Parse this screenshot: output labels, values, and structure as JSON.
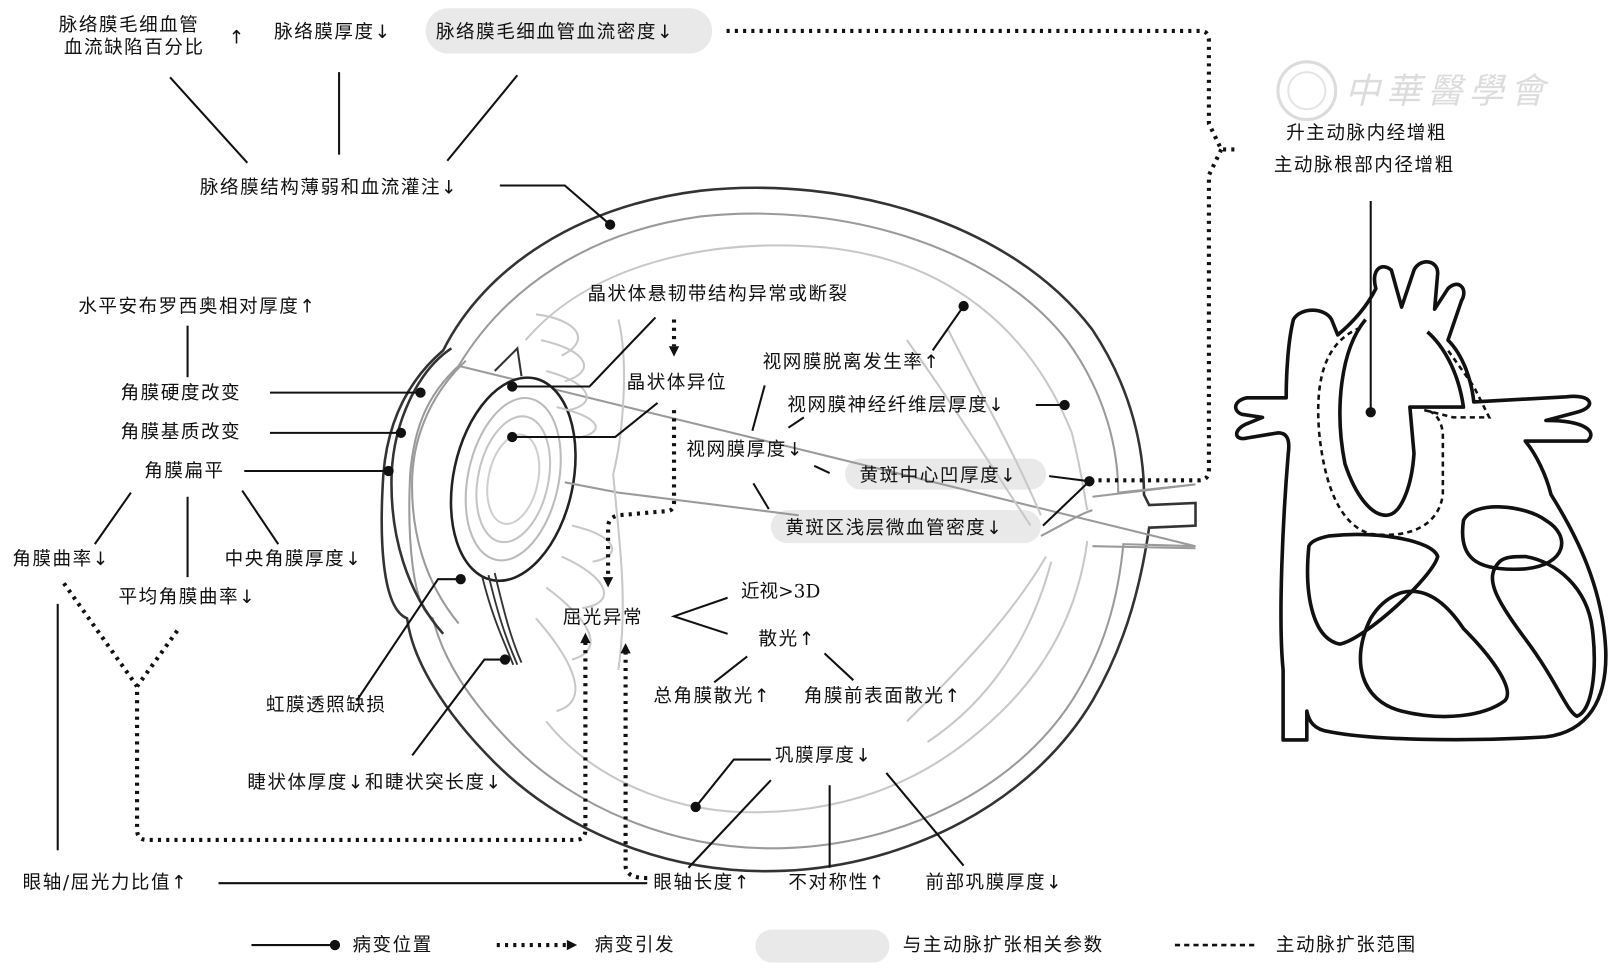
{
  "figure": {
    "watermark": "中華醫學會",
    "colors": {
      "highlight": "#e9e9e9",
      "line": "#111111",
      "eye_outline": "#333333"
    }
  },
  "choroid": {
    "capillary_flow_deficit": [
      "脉络膜毛细血管",
      "血流缺陷百分比"
    ],
    "capillary_flow_deficit_arrow": "↑",
    "thickness": "脉络膜厚度↓",
    "capillary_flow_density": "脉络膜毛细血管血流密度↓",
    "structure_perfusion": "脉络膜结构薄弱和血流灌注↓"
  },
  "cornea": {
    "bowman_thickness": "水平安布罗西奥相对厚度↑",
    "stiffness": "角膜硬度改变",
    "matrix": "角膜基质改变",
    "flattening": "角膜扁平",
    "curvature": "角膜曲率↓",
    "central_thickness": "中央角膜厚度↓",
    "mean_curvature": "平均角膜曲率↓"
  },
  "lens": {
    "zonule": "晶状体悬韧带结构异常或断裂",
    "ectopia": "晶状体异位"
  },
  "retina": {
    "detachment": "视网膜脱离发生率↑",
    "rnfl": "视网膜神经纤维层厚度↓",
    "thickness": "视网膜厚度↓",
    "fovea": "黄斑中心凹厚度↓",
    "macular_vessel": "黄斑区浅层微血管密度↓"
  },
  "refraction": {
    "error": "屈光异常",
    "myopia": "近视>3D",
    "astigmatism": "散光↑",
    "total_corneal_astig": "总角膜散光↑",
    "anterior_corneal_astig": "角膜前表面散光↑"
  },
  "iris_ciliary": {
    "iris_transillumination": "虹膜透照缺损",
    "ciliary": "睫状体厚度↓和睫状突长度↓"
  },
  "sclera": {
    "thickness": "巩膜厚度↓",
    "axial_length": "眼轴长度↑",
    "asymmetry": "不对称性↑",
    "anterior_thickness": "前部巩膜厚度↓",
    "al_cr_ratio": "眼轴/屈光力比值↑"
  },
  "aorta": {
    "ascending": "升主动脉内经增粗",
    "root": "主动脉根部内径增粗"
  },
  "legend": {
    "lesion_site": "病变位置",
    "lesion_induced": "病变引发",
    "aortic_related": "与主动脉扩张相关参数",
    "dilation_range": "主动脉扩张范围"
  }
}
